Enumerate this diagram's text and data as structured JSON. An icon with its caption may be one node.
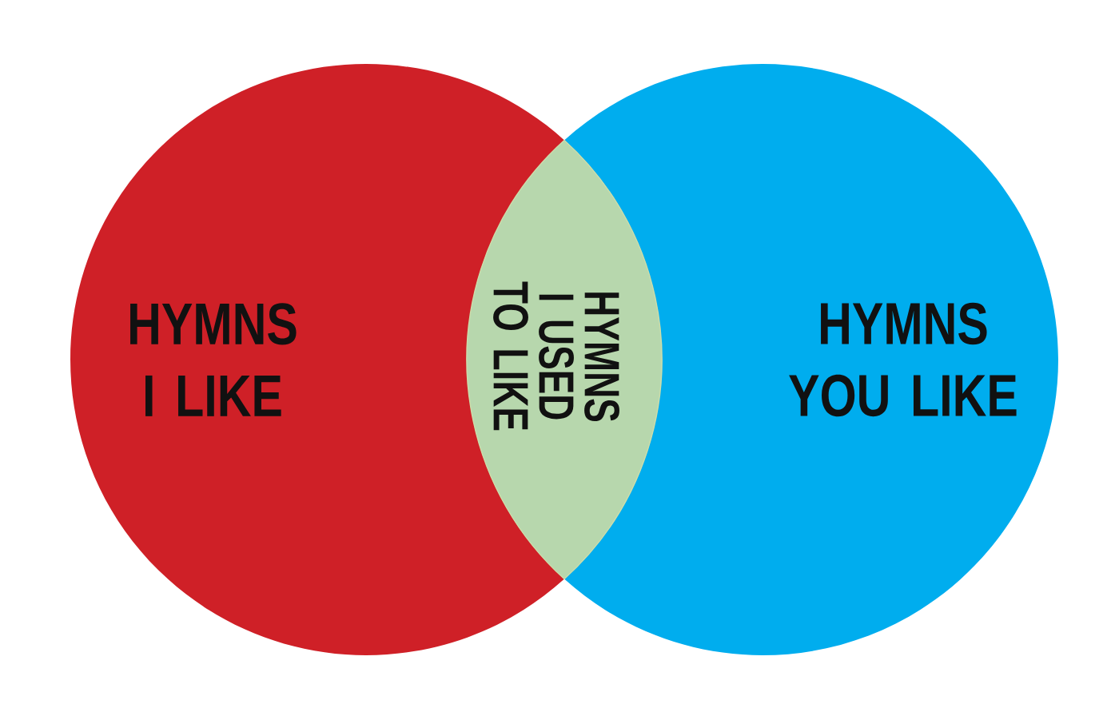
{
  "diagram": {
    "nodes": [
      {
        "text": [
          "HYMNS I LIKE"
        ]
      },
      {
        "text": [
          "HYMNS YOU LIKE"
        ]
      },
      {
        "text": [
          "HYMNS I USED TO LIKE"
        ]
      }
    ]
  }
}
